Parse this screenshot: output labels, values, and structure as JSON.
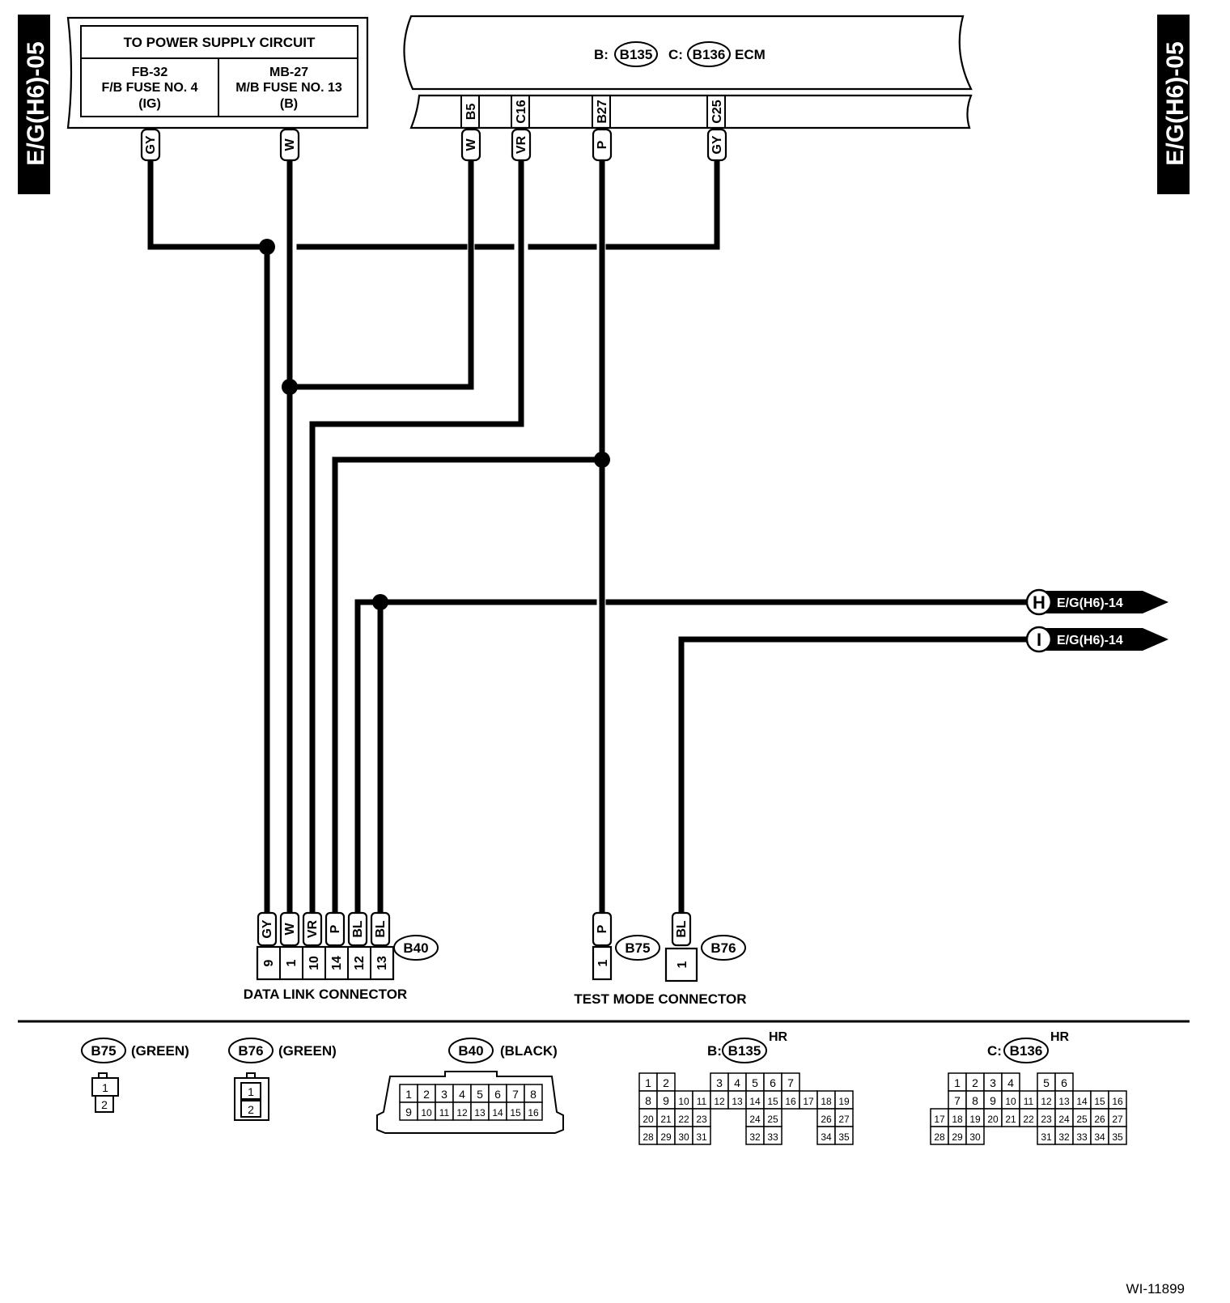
{
  "side_tags": {
    "left": "E/G(H6)-05",
    "right": "E/G(H6)-05"
  },
  "power_box": {
    "title": "TO POWER SUPPLY CIRCUIT",
    "left": [
      "FB-32",
      "F/B FUSE NO. 4",
      "(IG)"
    ],
    "right": [
      "MB-27",
      "M/B FUSE NO. 13",
      "(B)"
    ]
  },
  "ecm": {
    "b_prefix": "B:",
    "b_conn": "B135",
    "c_prefix": "C:",
    "c_conn": "B136",
    "name": "ECM"
  },
  "ecm_pins": [
    "B5",
    "C16",
    "B27",
    "C25"
  ],
  "wire_colors": {
    "power_gy": "GY",
    "power_w": "W",
    "ecm_b5": "W",
    "ecm_c16": "VR",
    "ecm_b27": "P",
    "ecm_c25": "GY",
    "dlc": [
      "GY",
      "W",
      "VR",
      "P",
      "BL",
      "BL"
    ],
    "test_b75": "P",
    "test_b76": "BL"
  },
  "dlc": {
    "pins": [
      "9",
      "1",
      "10",
      "14",
      "12",
      "13"
    ],
    "conn": "B40",
    "label": "DATA LINK CONNECTOR"
  },
  "test_mode": {
    "b75": "B75",
    "b76": "B76",
    "pin_b75": "1",
    "pin_b76": "1",
    "label": "TEST MODE CONNECTOR"
  },
  "offpage": [
    {
      "letter": "H",
      "ref": "E/G(H6)-14"
    },
    {
      "letter": "I",
      "ref": "E/G(H6)-14"
    }
  ],
  "legend": {
    "b75": {
      "conn": "B75",
      "color": "(GREEN)",
      "pins": [
        "1",
        "2"
      ]
    },
    "b76": {
      "conn": "B76",
      "color": "(GREEN)",
      "pins": [
        "1",
        "2"
      ]
    },
    "b40": {
      "conn": "B40",
      "color": "(BLACK)",
      "row1": [
        "1",
        "2",
        "3",
        "4",
        "5",
        "6",
        "7",
        "8"
      ],
      "row2": [
        "9",
        "10",
        "11",
        "12",
        "13",
        "14",
        "15",
        "16"
      ]
    },
    "b135": {
      "prefix": "B:",
      "conn": "B135",
      "note": "HR",
      "rows": [
        [
          "1",
          "2",
          "",
          "",
          "3",
          "4",
          "5",
          "6",
          "7"
        ],
        [
          "8",
          "9",
          "10",
          "11",
          "12",
          "13",
          "14",
          "15",
          "16",
          "17",
          "18",
          "19"
        ],
        [
          "20",
          "21",
          "22",
          "23",
          "",
          "",
          "24",
          "25",
          "",
          "",
          "26",
          "27"
        ],
        [
          "28",
          "29",
          "30",
          "31",
          "",
          "",
          "32",
          "33",
          "",
          "",
          "34",
          "35"
        ]
      ]
    },
    "b136": {
      "prefix": "C:",
      "conn": "B136",
      "note": "HR",
      "rows": [
        [
          "",
          "1",
          "2",
          "3",
          "4",
          "",
          "5",
          "6",
          "",
          "",
          "",
          ""
        ],
        [
          "",
          "7",
          "8",
          "9",
          "10",
          "11",
          "12",
          "13",
          "14",
          "15",
          "16",
          ""
        ],
        [
          "17",
          "18",
          "19",
          "20",
          "21",
          "22",
          "23",
          "24",
          "25",
          "26",
          "27",
          ""
        ],
        [
          "28",
          "29",
          "30",
          "",
          "",
          "",
          "31",
          "32",
          "33",
          "34",
          "35",
          ""
        ]
      ]
    }
  },
  "figure_id": "WI-11899"
}
